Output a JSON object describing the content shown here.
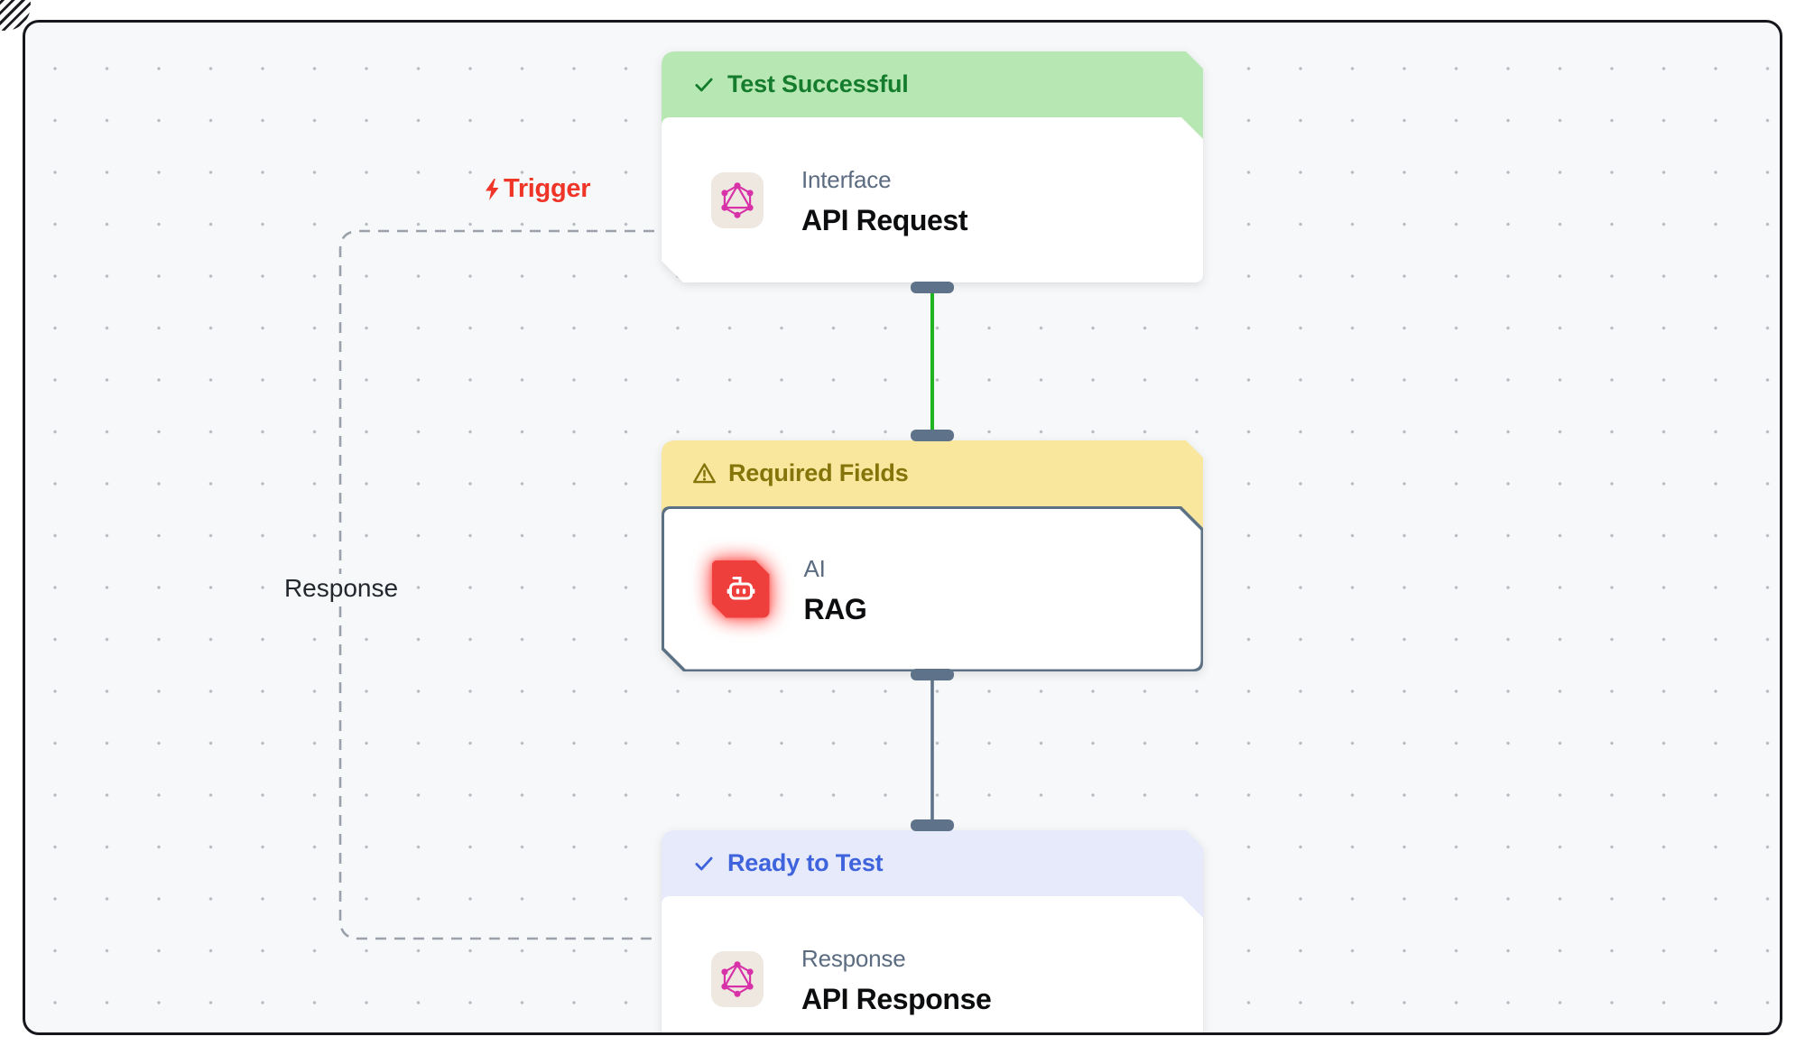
{
  "canvas": {
    "frame_border_color": "#15171c",
    "background": "#f7f8f9",
    "dot_color": "#b7bbc1"
  },
  "annotations": {
    "trigger_label": "Trigger",
    "trigger_color": "#ef3428",
    "response_label": "Response"
  },
  "nodes": [
    {
      "id": "api-request",
      "status": {
        "label": "Test Successful",
        "icon": "check-icon",
        "text_color": "#157c2d",
        "bg_color": "#b7e8b3"
      },
      "category": "Interface",
      "title": "API Request",
      "icon": "graphql-icon"
    },
    {
      "id": "rag",
      "status": {
        "label": "Required Fields",
        "icon": "warning-icon",
        "text_color": "#85740a",
        "bg_color": "#f8e79d"
      },
      "category": "AI",
      "title": "RAG",
      "icon": "robot-icon",
      "selected": true,
      "accent_color": "#ee3f3d"
    },
    {
      "id": "api-response",
      "status": {
        "label": "Ready to Test",
        "icon": "check-icon",
        "text_color": "#3e63dd",
        "bg_color": "#e6eafb"
      },
      "category": "Response",
      "title": "API Response",
      "icon": "graphql-icon"
    }
  ],
  "edges": [
    {
      "from": "api-request",
      "to": "rag",
      "style": "solid",
      "color": "#21b421"
    },
    {
      "from": "rag",
      "to": "api-response",
      "style": "solid",
      "color": "#5e7389"
    },
    {
      "from": "api-response",
      "to": "api-request",
      "style": "dashed",
      "color": "#9aa1ab",
      "label": "Response"
    }
  ]
}
